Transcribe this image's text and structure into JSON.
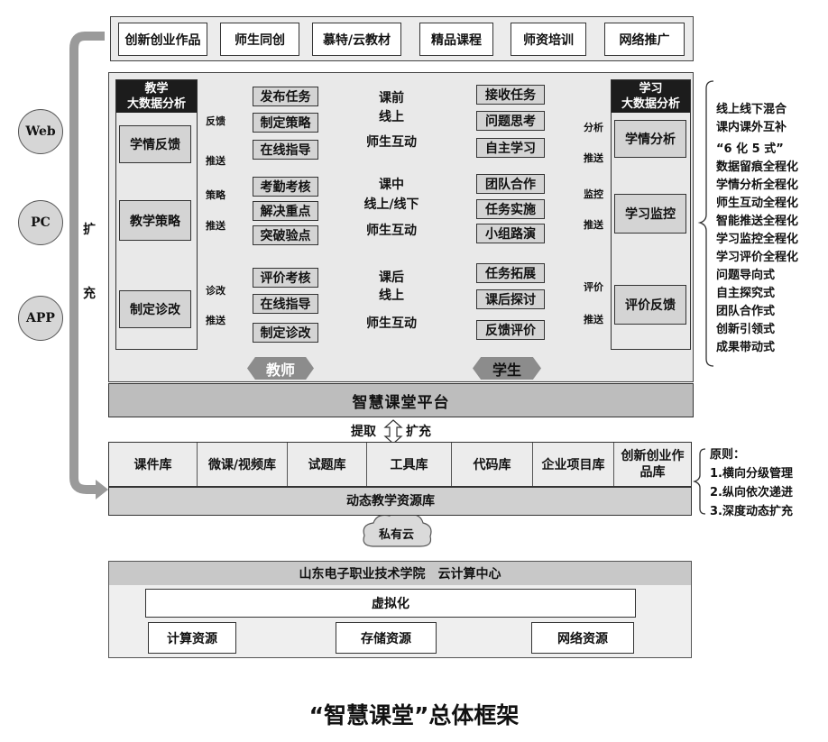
{
  "top_products": [
    "创新创业作品",
    "师生同创",
    "慕特/云教材",
    "精品课程",
    "师资培训",
    "网络推广"
  ],
  "channels": [
    "Web",
    "PC",
    "APP"
  ],
  "expand_label": [
    "扩",
    "充"
  ],
  "teacher_analysis": {
    "title": [
      "教学",
      "大数据分析"
    ],
    "items": [
      "学情反馈",
      "教学策略",
      "制定诊改"
    ],
    "links": [
      [
        "反馈",
        "推送"
      ],
      [
        "策略",
        "推送"
      ],
      [
        "诊改",
        "推送"
      ]
    ]
  },
  "student_analysis": {
    "title": [
      "学习",
      "大数据分析"
    ],
    "items": [
      "学情分析",
      "学习监控",
      "评价反馈"
    ],
    "links": [
      [
        "分析",
        "推送"
      ],
      [
        "监控",
        "推送"
      ],
      [
        "评价",
        "推送"
      ]
    ]
  },
  "phases": [
    {
      "name": "课前",
      "mode": "线上",
      "interact": "师生互动",
      "teacher": [
        "发布任务",
        "制定策略",
        "在线指导"
      ],
      "student": [
        "接收任务",
        "问题思考",
        "自主学习"
      ]
    },
    {
      "name": "课中",
      "mode": "线上/线下",
      "interact": "师生互动",
      "teacher": [
        "考勤考核",
        "解决重点",
        "突破验点"
      ],
      "student": [
        "团队合作",
        "任务实施",
        "小组路演"
      ]
    },
    {
      "name": "课后",
      "mode": "线上",
      "interact": "师生互动",
      "teacher": [
        "评价考核",
        "在线指导",
        "制定诊改"
      ],
      "student": [
        "任务拓展",
        "课后探讨",
        "反馈评价"
      ]
    }
  ],
  "roles": {
    "teacher": "教师",
    "student": "学生"
  },
  "platform": "智慧课堂平台",
  "extract_expand": [
    "提取",
    "扩充"
  ],
  "libraries": [
    "课件库",
    "微课/视频库",
    "试题库",
    "工具库",
    "代码库",
    "企业项目库",
    "创新创业作品库"
  ],
  "resource_db": "动态教学资源库",
  "private_cloud": "私有云",
  "datacenter": {
    "title": "山东电子职业技术学院　云计算中心",
    "virtualization": "虚拟化",
    "resources": [
      "计算资源",
      "存储资源",
      "网络资源"
    ]
  },
  "features": [
    "线上线下混合",
    "课内课外互补",
    "“6 化 5 式”",
    "数据留痕全程化",
    "学情分析全程化",
    "师生互动全程化",
    "智能推送全程化",
    "学习监控全程化",
    "学习评价全程化",
    "问题导向式",
    "自主探究式",
    "团队合作式",
    "创新引领式",
    "成果带动式"
  ],
  "principles": [
    "原则：",
    "1.横向分级管理",
    "2.纵向依次递进",
    "3.深度动态扩充"
  ],
  "caption": "“智慧课堂”总体框架"
}
